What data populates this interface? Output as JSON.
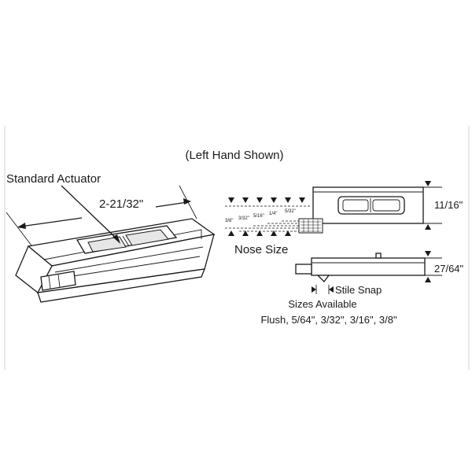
{
  "diagram": {
    "header": "(Left Hand Shown)",
    "actuator_label": "Standard Actuator",
    "length_dimension": "2-21/32\"",
    "nose_size_label": "Nose Size",
    "nose_offsets": [
      "3/8\"",
      "3/32\"",
      "5/16\"",
      "1/4\"",
      "5/32\""
    ],
    "height_dimension": "11/16\"",
    "depth_dimension": "27/64\"",
    "stile_snap_label": "Stile Snap",
    "sizes_heading": "Sizes Available",
    "sizes_list": "Flush, 5/64\", 3/32\", 3/16\", 3/8\""
  },
  "colors": {
    "ink": "#1a1a1a",
    "background": "#ffffff"
  }
}
